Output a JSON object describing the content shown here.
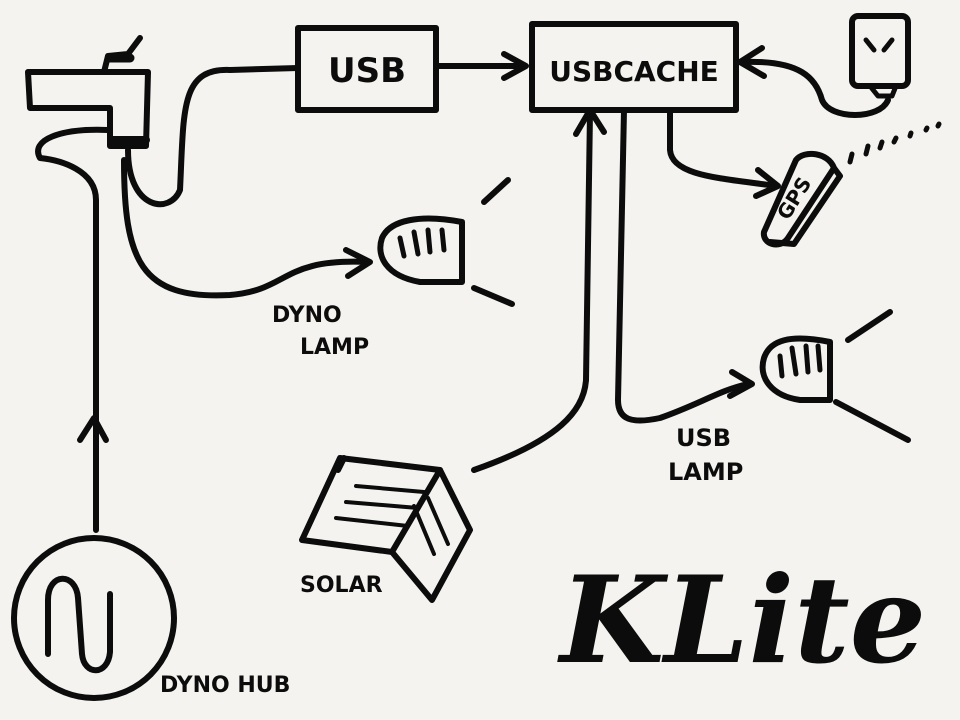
{
  "diagram": {
    "nodes": {
      "usb": "USB",
      "usbcache": "USBCACHE",
      "gps": "GPS",
      "dyno_lamp_line1": "DYNO",
      "dyno_lamp_line2": "LAMP",
      "usb_lamp_line1": "USB",
      "usb_lamp_line2": "LAMP",
      "solar": "SOLAR",
      "dynohub": "DYNO HUB"
    },
    "title": "KLite"
  },
  "colors": {
    "ink": "#0c0c0c",
    "paper": "#f4f3ef"
  }
}
